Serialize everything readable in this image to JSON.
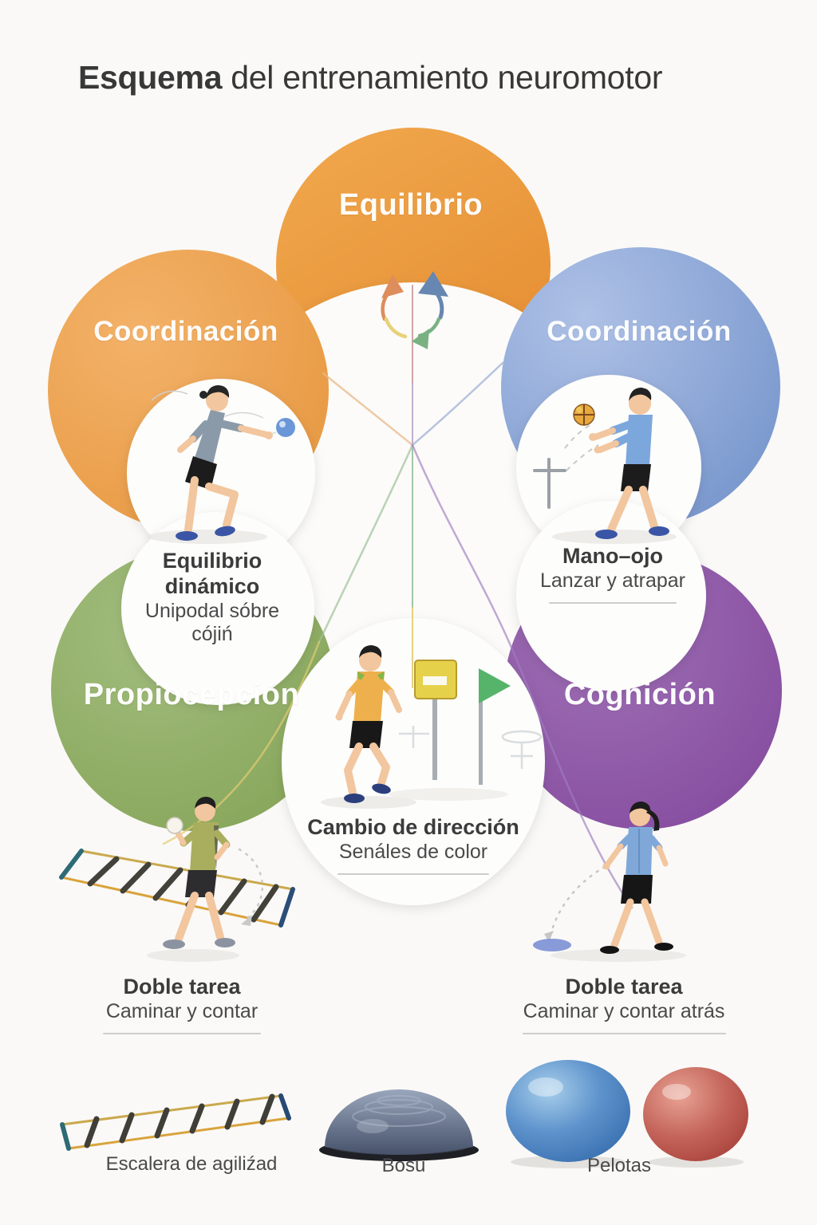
{
  "title": {
    "emphasis": "Esquema",
    "rest": " del entrenamiento neuromotor"
  },
  "colors": {
    "orange": "#EC9C40",
    "blue": "#7E9ED1",
    "green": "#8EAD62",
    "purple": "#8C55A6",
    "background": "#FAF9F7",
    "text_dark": "#3B3B3B",
    "text_body": "#4A4A4A",
    "divider": "#CFCDC9"
  },
  "petals": {
    "top": {
      "label": "Equilibrio",
      "color": "#EC9C40"
    },
    "left": {
      "label": "Coordinación",
      "color": "#EC9C40"
    },
    "right": {
      "label": "Coordinación",
      "color": "#7E9ED1"
    },
    "bottom_left": {
      "label": "Propiocepción",
      "color": "#8EAD62"
    },
    "bottom_right": {
      "label": "Cognición",
      "color": "#8C55A6"
    }
  },
  "callouts": {
    "balance": {
      "title": "Equilibrio dinámico",
      "subtitle": "Unipodal sóbre cójiń"
    },
    "hand_eye": {
      "title": "Mano–ojo",
      "subtitle": "Lanzar y atrapar"
    },
    "direction": {
      "title": "Cambio de dirección",
      "subtitle": "Senáles de color"
    },
    "dual_task_left": {
      "title": "Doble tarea",
      "subtitle": "Caminar y contar"
    },
    "dual_task_right": {
      "title": "Doble tarea",
      "subtitle": "Caminar y contar atrás"
    }
  },
  "equipment": {
    "ladder": {
      "label": "Escalera de agiliźad"
    },
    "bosu": {
      "label": "Bosu"
    },
    "balls": {
      "label": "Pelotas"
    }
  },
  "icons": {
    "center_hub": "rotation-arrows-icon",
    "balance_scene": "balance-catch-illustration",
    "hand_eye_scene": "throw-catch-illustration",
    "direction_scene": "runner-color-signals-illustration",
    "dual_task_left_scene": "ladder-walk-illustration",
    "dual_task_right_scene": "walk-and-count-illustration",
    "equipment": [
      "agility-ladder-icon",
      "bosu-icon",
      "exercise-balls-icon"
    ]
  }
}
